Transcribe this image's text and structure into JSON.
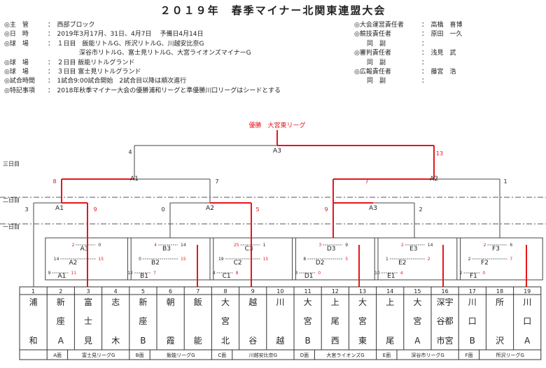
{
  "title": "２０１９年　春季マイナー北関東連盟大会",
  "info_left": [
    {
      "label": "◎主　管",
      "value": "：　西部ブロック"
    },
    {
      "label": "◎日　時",
      "value": "：　2019年3月17月、31日、4月7日　 予備日4月14日"
    },
    {
      "label": "◎球　場",
      "value": "：　１日目　飯能リトルG、所沢リトルG、川越安比奈G"
    },
    {
      "label": "",
      "value": "　　　　　深谷市リトルG、富士見リトルG、大宮ライオンズマイナーG"
    },
    {
      "label": "◎球　場",
      "value": "：　２日目 飯能リトルグランド"
    },
    {
      "label": "◎球　場",
      "value": "：　３日目 富士見リトルグランド"
    },
    {
      "label": "◎試合時間",
      "value": "：　1試合9:00試合開始　2試合目以降は順次進行"
    },
    {
      "label": "◎特記事項",
      "value": "：　2018年秋季マイナー大会の優勝浦和リーグと準優勝川口リーグはシードとする"
    }
  ],
  "info_right": [
    {
      "label": "◎大会運営責任者",
      "value": "：　高橋　喜博"
    },
    {
      "label": "◎競技責任者",
      "value": "：　原田　一久"
    },
    {
      "label": "　　同　副",
      "value": "："
    },
    {
      "label": "◎審判責任者",
      "value": "：　浅見　武"
    },
    {
      "label": "　　同　副",
      "value": "："
    },
    {
      "label": "◎広報責任者",
      "value": "：　藤宮　浩"
    },
    {
      "label": "　　同　副",
      "value": "："
    }
  ],
  "winner": "優勝　大宮東リーグ",
  "day_labels": [
    "三日目",
    "二日目",
    "一日目"
  ],
  "teams": [
    {
      "num": "1",
      "chars": [
        "浦",
        "",
        "和"
      ]
    },
    {
      "num": "2",
      "chars": [
        "新",
        "座",
        "A"
      ]
    },
    {
      "num": "3",
      "chars": [
        "富",
        "士",
        "見"
      ]
    },
    {
      "num": "4",
      "chars": [
        "志",
        "",
        "木"
      ]
    },
    {
      "num": "5",
      "chars": [
        "新",
        "座",
        "B"
      ]
    },
    {
      "num": "6",
      "chars": [
        "朝",
        "",
        "霞"
      ]
    },
    {
      "num": "7",
      "chars": [
        "飯",
        "",
        "能"
      ]
    },
    {
      "num": "8",
      "chars": [
        "大",
        "宮",
        "北"
      ]
    },
    {
      "num": "9",
      "chars": [
        "越",
        "",
        "谷"
      ]
    },
    {
      "num": "10",
      "chars": [
        "川",
        "",
        "越"
      ]
    },
    {
      "num": "11",
      "chars": [
        "大",
        "宮",
        "B"
      ]
    },
    {
      "num": "12",
      "chars": [
        "上",
        "尾",
        "西"
      ]
    },
    {
      "num": "13",
      "chars": [
        "大",
        "宮",
        "東"
      ]
    },
    {
      "num": "14",
      "chars": [
        "上",
        "",
        "尾"
      ]
    },
    {
      "num": "15",
      "chars": [
        "大",
        "宮",
        "A"
      ]
    },
    {
      "num": "16",
      "chars": [
        "深宇",
        "谷都",
        "市宮"
      ]
    },
    {
      "num": "17",
      "chars": [
        "川",
        "口",
        "B"
      ]
    },
    {
      "num": "18",
      "chars": [
        "所",
        "",
        "沢"
      ]
    },
    {
      "num": "19",
      "chars": [
        "川",
        "口",
        "A"
      ]
    }
  ],
  "groups": [
    {
      "name": "A面",
      "venue": "富士見リーグG"
    },
    {
      "name": "B面",
      "venue": "飯能リーグG"
    },
    {
      "name": "C面",
      "venue": "川越安比奈G"
    },
    {
      "name": "D面",
      "venue": "大宮ライオンズG"
    },
    {
      "name": "E面",
      "venue": "深谷市リーグG"
    },
    {
      "name": "F面",
      "venue": "所沢リーグG"
    }
  ],
  "matches": {
    "A3": {
      "label": "A3",
      "left": "4",
      "right": "13"
    },
    "A1": {
      "label": "A1",
      "left": "8",
      "right": "7"
    },
    "A2": {
      "label": "A2",
      "left": "7",
      "right": "1"
    },
    "A1s": {
      "label": "A1",
      "left": "3",
      "right": "9"
    },
    "A2s": {
      "label": "A2",
      "left": "0",
      "right": "5"
    },
    "A3s": {
      "label": "A3",
      "left": "9",
      "right": "2"
    }
  },
  "groups_inner": [
    {
      "r1": "A1",
      "r2": "A2",
      "r3": "A3",
      "s1": [
        "9",
        "11"
      ],
      "s2": [
        "14",
        "15"
      ],
      "s3": [
        "2",
        "0"
      ]
    },
    {
      "r1": "B1",
      "r2": "B2",
      "r3": "B3",
      "s1": [
        "12",
        "7"
      ],
      "s2": [
        "0",
        "15"
      ],
      "s3": [
        "4",
        "14"
      ]
    },
    {
      "r1": "C1",
      "r2": "C2",
      "r3": "C3",
      "s1": [
        "4",
        "8"
      ],
      "s2": [
        "19",
        "15"
      ],
      "s3": [
        "25",
        "1"
      ]
    },
    {
      "r1": "D1",
      "r2": "D2",
      "r3": "D3",
      "s1": [
        "3",
        "0"
      ],
      "s2": [
        "8",
        "5"
      ],
      "s3": [
        "3",
        "9"
      ]
    },
    {
      "r1": "E1",
      "r2": "E2",
      "r3": "E3",
      "s1": [
        "10",
        "4"
      ],
      "s2": [
        "1",
        "2"
      ],
      "s3": [
        "2",
        "14"
      ]
    },
    {
      "r1": "F1",
      "r2": "F2",
      "r3": "F3",
      "s1": [
        "2",
        "0"
      ],
      "s2": [
        "2",
        "7"
      ],
      "s3": [
        "2",
        "6"
      ]
    }
  ]
}
